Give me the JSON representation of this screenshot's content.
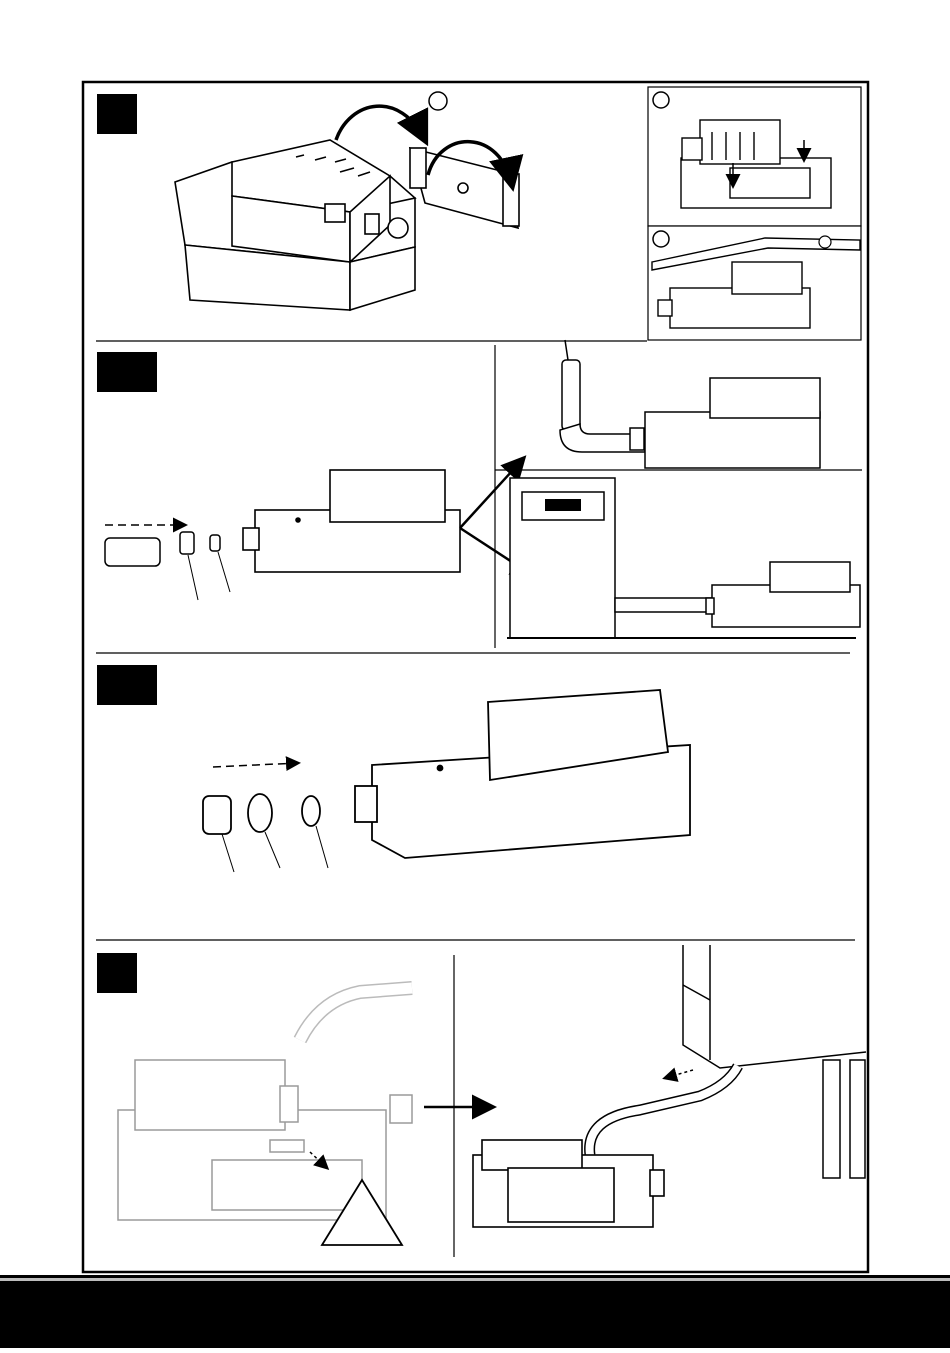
{
  "document": {
    "type": "installation-instruction-illustrations",
    "panel_count": 4,
    "sub_views": {
      "panel_1": [
        "circle-marker",
        "circle-marker",
        "circle-marker"
      ],
      "panel_4": [
        "warning-triangle"
      ]
    },
    "colors": {
      "line": "#000000",
      "faded_line": "#9a9a9a",
      "step_badge": "#000000",
      "footer": "#000000"
    }
  }
}
